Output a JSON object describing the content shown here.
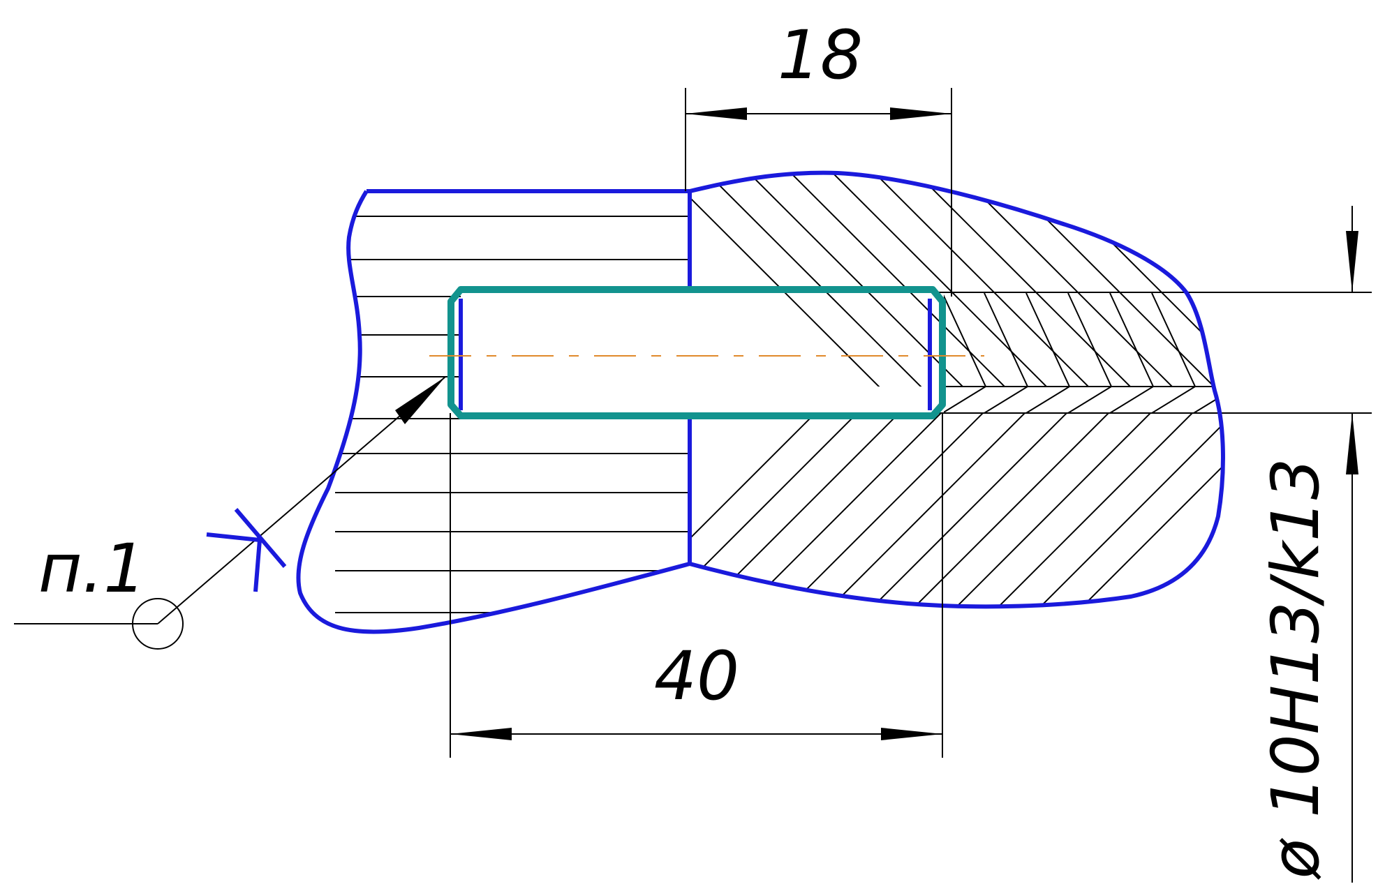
{
  "drawing": {
    "dimensions": {
      "pin_length": "18",
      "hole_length": "40",
      "fit_diameter": "ø 10H13/k13"
    },
    "annotation": {
      "note_ref": "п.1"
    },
    "colors": {
      "contour": "#1a1adc",
      "pin_outline": "#12938e",
      "axis_line": "#e0892a",
      "thin_lines": "#000000"
    }
  }
}
